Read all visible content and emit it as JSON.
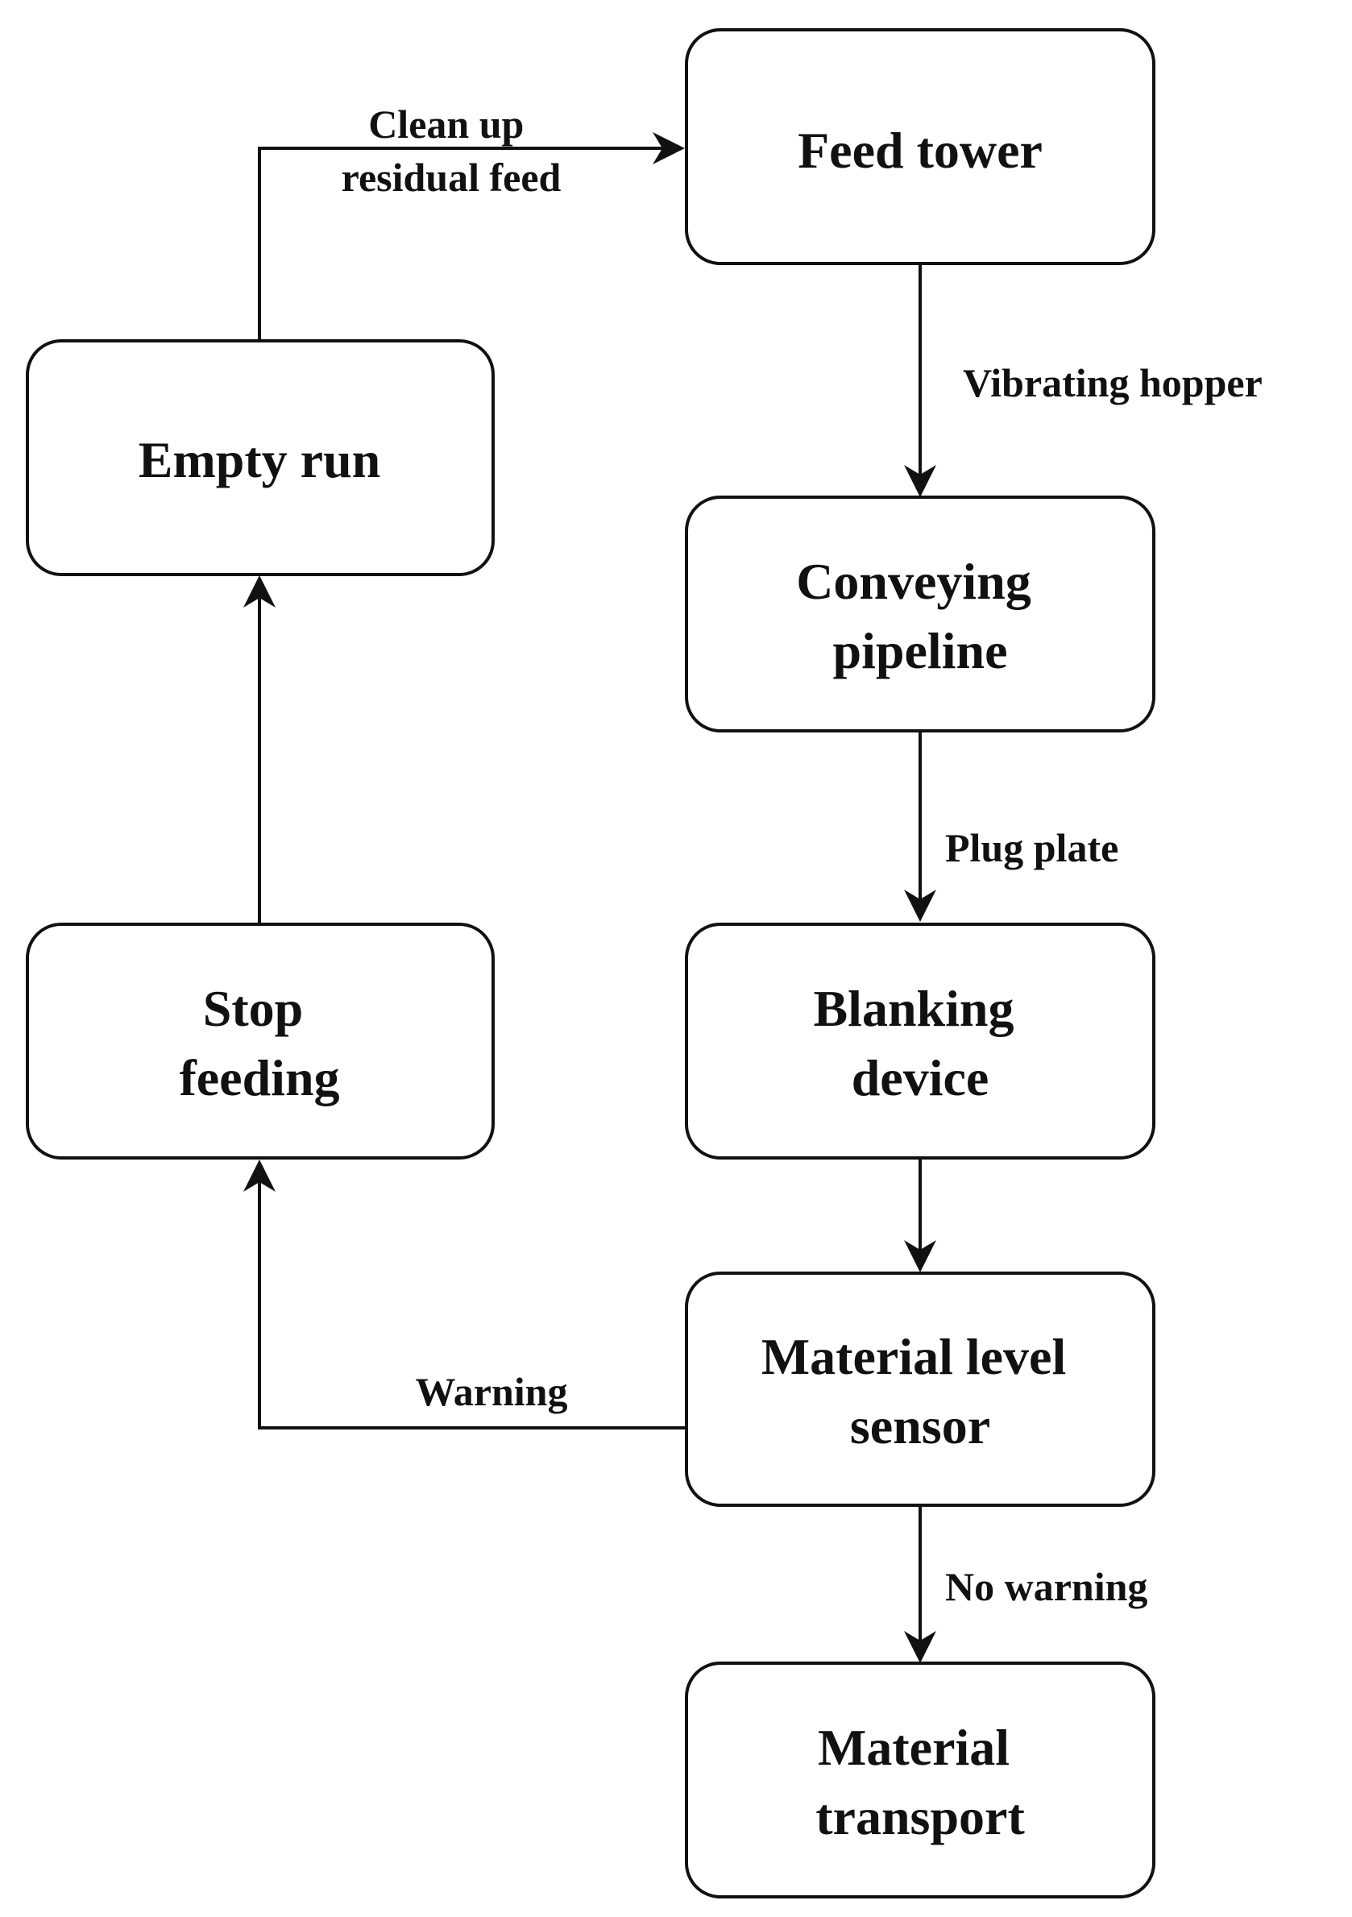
{
  "nodes": {
    "feed_tower": [
      "Feed tower"
    ],
    "conveying_pipeline": [
      "Conveying",
      "pipeline"
    ],
    "blanking_device": [
      "Blanking",
      "device"
    ],
    "material_level_sensor": [
      "Material level",
      "sensor"
    ],
    "material_transport": [
      "Material",
      "transport"
    ],
    "stop_feeding": [
      "Stop",
      "feeding"
    ],
    "empty_run": [
      "Empty run"
    ]
  },
  "edges": {
    "feed_tower_to_conveying_pipeline": [
      "Vibrating hopper"
    ],
    "conveying_pipeline_to_blanking_device": [
      "Plug plate"
    ],
    "blanking_device_to_material_level_sensor": [],
    "material_level_sensor_to_material_transport": [
      "No warning"
    ],
    "material_level_sensor_to_stop_feeding": [
      "Warning"
    ],
    "stop_feeding_to_empty_run": [],
    "empty_run_to_feed_tower": [
      "Clean up",
      "residual feed"
    ]
  }
}
